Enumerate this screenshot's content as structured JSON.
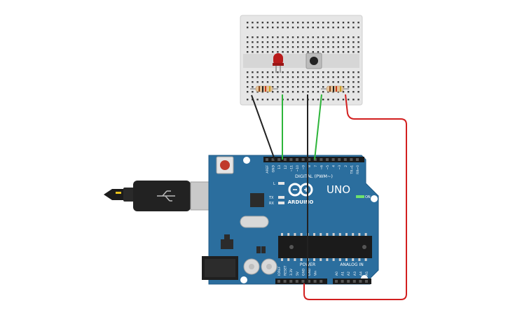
{
  "board": {
    "brand": "ARDUINO",
    "model": "UNO",
    "on_label": "ON",
    "digital_header": "DIGITAL (PWM~)",
    "power_header": "POWER",
    "analog_header": "ANALOG IN",
    "l_label": "L",
    "tx_label": "TX",
    "rx_label": "RX",
    "digital_pins": [
      "AREF",
      "GND",
      "13",
      "12",
      "~11",
      "~10",
      "~9",
      "8",
      "7",
      "~6",
      "~5",
      "4",
      "~3",
      "2",
      "TX→1",
      "RX←0"
    ],
    "power_pins": [
      "IOREF",
      "RESET",
      "3.3V",
      "5V",
      "GND",
      "GND",
      "Vin"
    ],
    "analog_pins": [
      "A0",
      "A1",
      "A2",
      "A3",
      "A4",
      "A5"
    ]
  },
  "colors": {
    "board": "#2b6e9e",
    "board_dark": "#1f5a85",
    "wire_black": "#222222",
    "wire_green": "#2db53a",
    "wire_red": "#d21f1f",
    "breadboard": "#e9e9e9",
    "led": "#b81b1b"
  },
  "components": {
    "led": "red-led",
    "button": "pushbutton",
    "resistors": [
      "resistor-left",
      "resistor-right"
    ],
    "usb": "usb-cable",
    "power_jack": "dc-barrel-jack",
    "chip": "atmega328p"
  }
}
